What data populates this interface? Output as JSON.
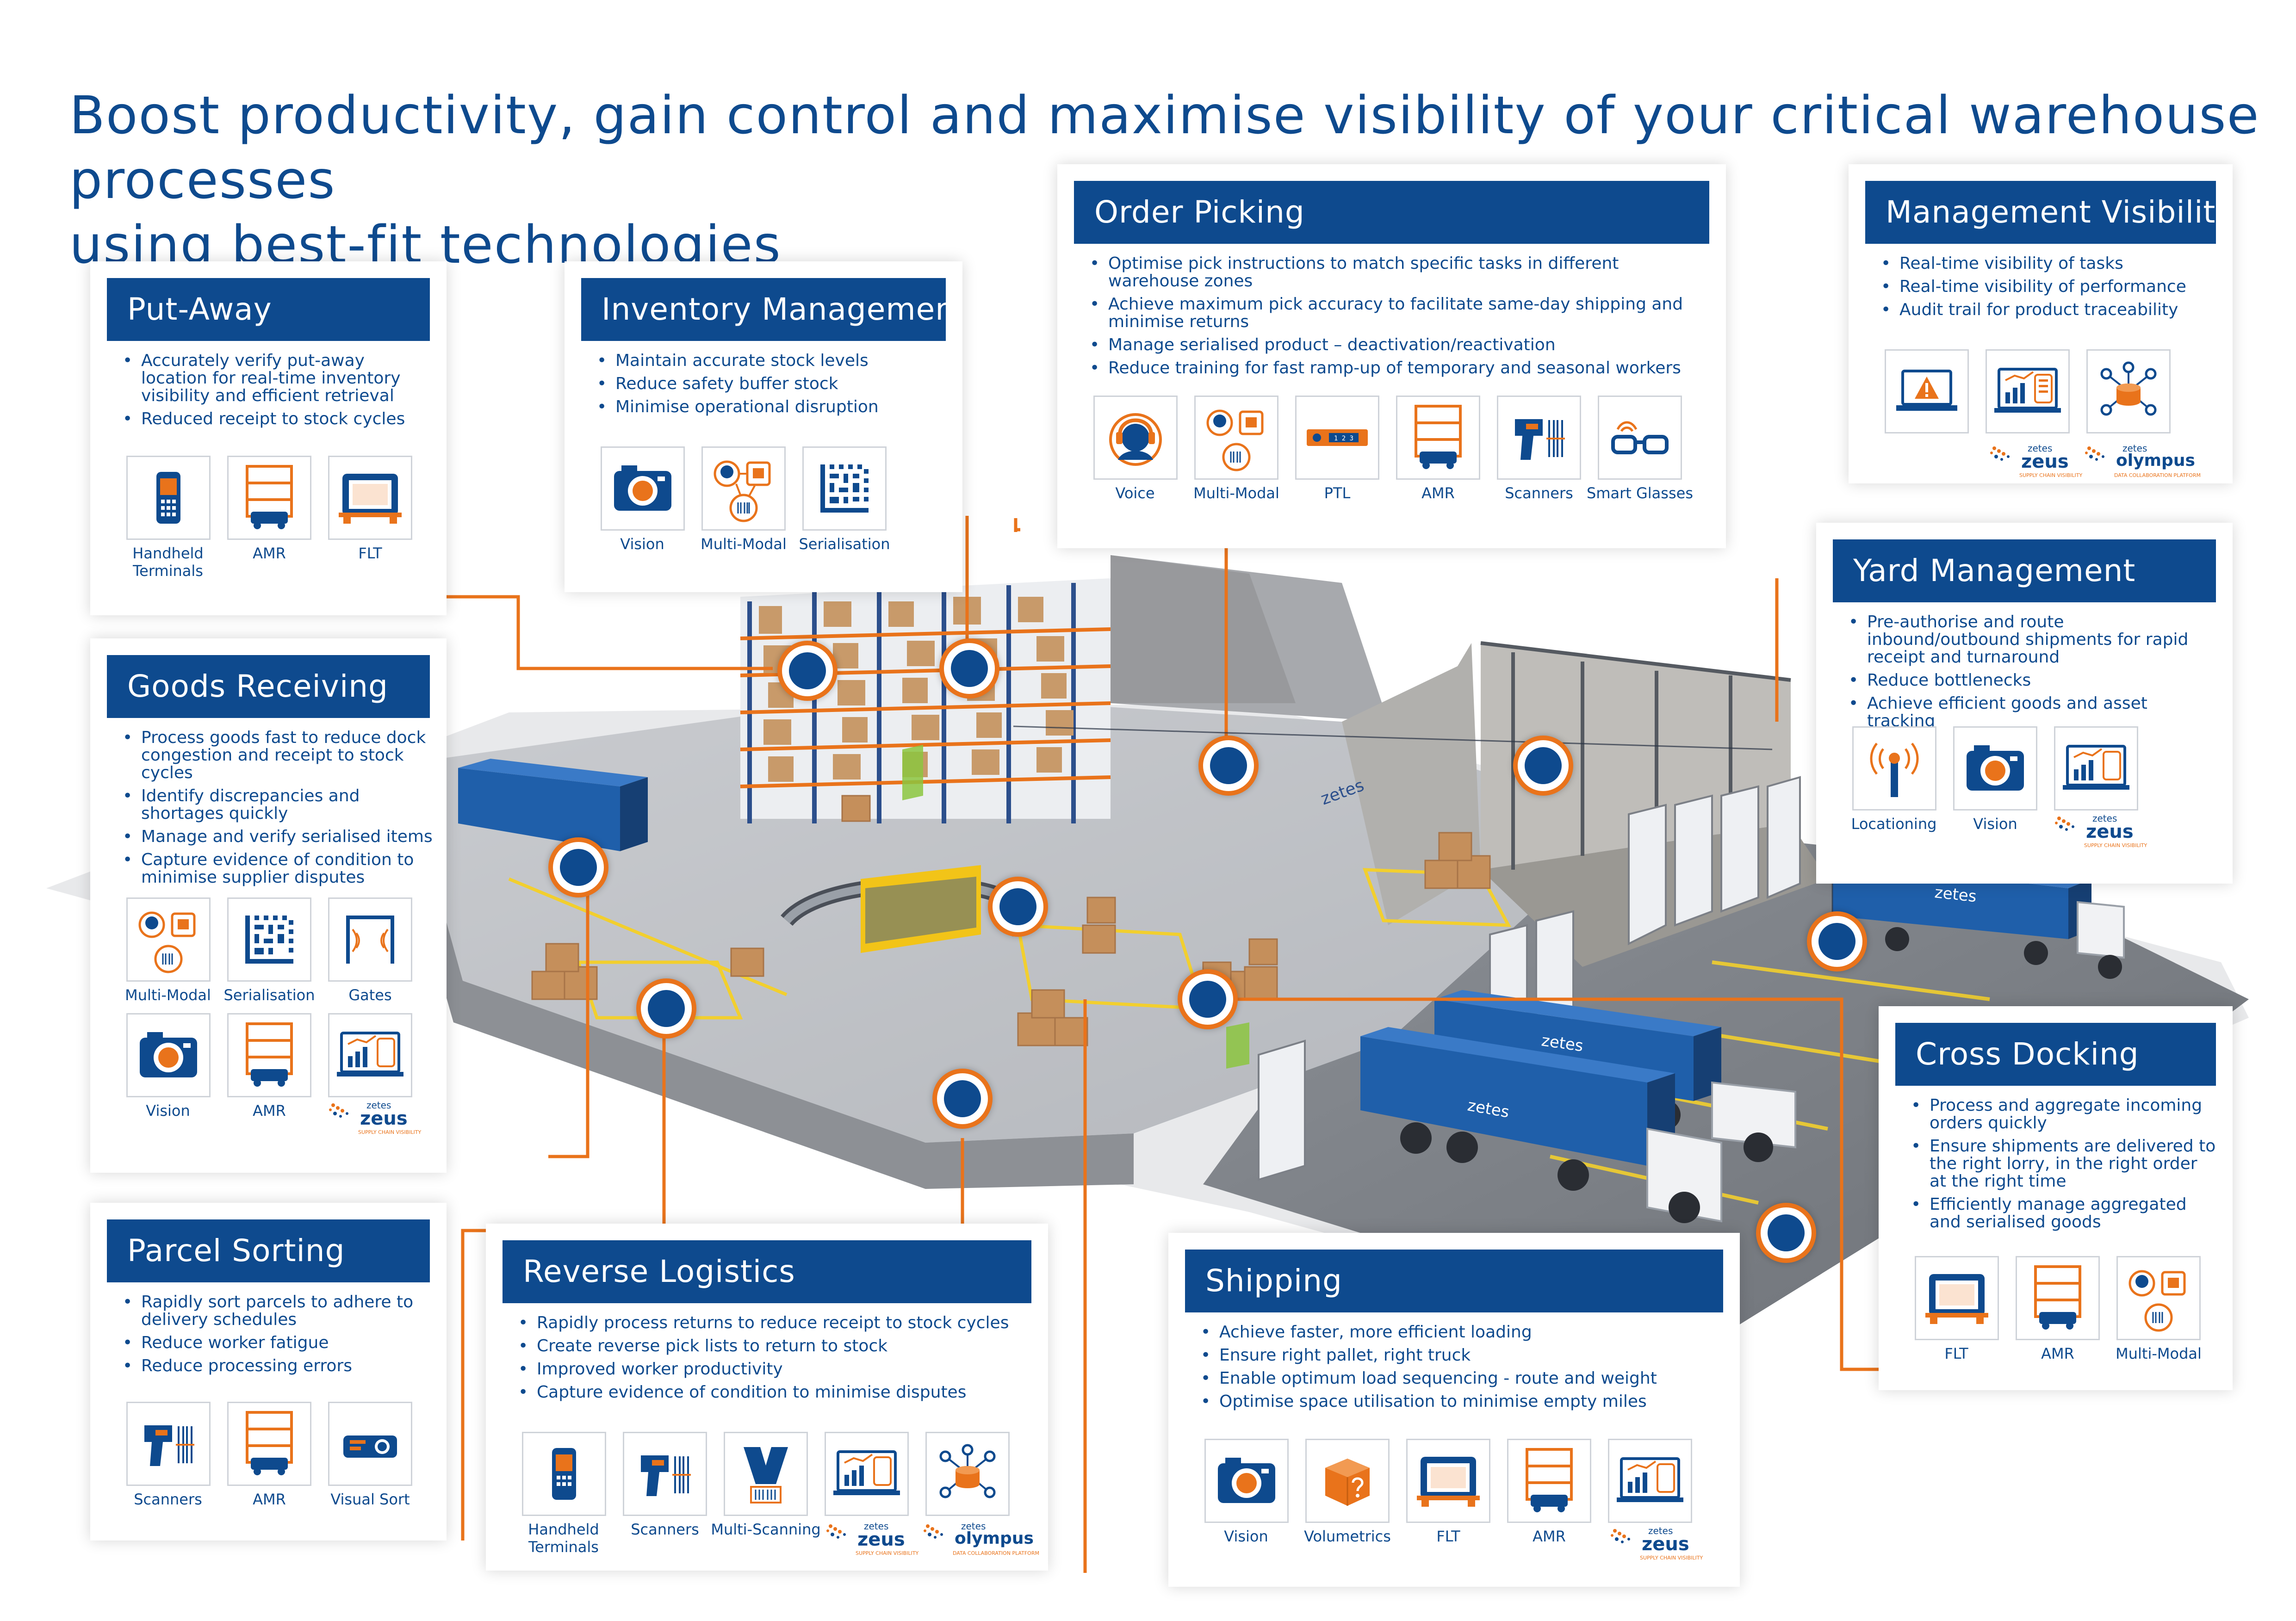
{
  "title": {
    "line1": "Boost productivity, gain control and maximise visibility of your critical warehouse processes",
    "line2": "using best-fit technologies"
  },
  "brand": {
    "name": "zetes",
    "orange": "#e9731b",
    "blue": "#0e4a8e"
  },
  "logos": {
    "zeus": {
      "top": "zetes",
      "word": "zeus",
      "sub": "SUPPLY CHAIN VISIBILITY"
    },
    "olympus": {
      "top": "zetes",
      "word": "olympus",
      "sub": "DATA COLLABORATION PLATFORM"
    }
  },
  "cards": {
    "put_away": {
      "title": "Put-Away",
      "bullets": [
        "Accurately verify put-away location for real-time inventory visibility and efficient retrieval",
        "Reduced receipt to stock cycles"
      ],
      "icons": [
        {
          "icon": "handheld-terminal-icon",
          "label": "Handheld Terminals"
        },
        {
          "icon": "amr-icon",
          "label": "AMR"
        },
        {
          "icon": "flt-icon",
          "label": "FLT"
        }
      ]
    },
    "inventory": {
      "title": "Inventory Management",
      "bullets": [
        "Maintain accurate stock levels",
        "Reduce safety buffer stock",
        "Minimise operational disruption"
      ],
      "icons": [
        {
          "icon": "camera-icon",
          "label": "Vision"
        },
        {
          "icon": "multi-modal-icon",
          "label": "Multi-Modal"
        },
        {
          "icon": "datamatrix-icon",
          "label": "Serialisation"
        }
      ]
    },
    "order_picking": {
      "title": "Order Picking",
      "bullets": [
        "Optimise pick instructions to match specific tasks in different warehouse zones",
        "Achieve maximum pick accuracy to facilitate same-day shipping and minimise returns",
        "Manage serialised product – deactivation/reactivation",
        "Reduce training for fast ramp-up of temporary and seasonal workers"
      ],
      "icons": [
        {
          "icon": "headset-icon",
          "label": "Voice"
        },
        {
          "icon": "multi-modal-icon",
          "label": "Multi-Modal"
        },
        {
          "icon": "ptl-icon",
          "label": "PTL",
          "display": "1 2 3"
        },
        {
          "icon": "amr-icon",
          "label": "AMR"
        },
        {
          "icon": "scanner-icon",
          "label": "Scanners"
        },
        {
          "icon": "smart-glasses-icon",
          "label": "Smart Glasses"
        }
      ]
    },
    "management": {
      "title": "Management Visibility",
      "bullets": [
        "Real-time visibility of tasks",
        "Real-time visibility of performance",
        "Audit trail for product  traceability"
      ],
      "icons": [
        {
          "icon": "laptop-alert-icon",
          "label": ""
        },
        {
          "icon": "dashboard-icon",
          "label": ""
        },
        {
          "icon": "network-database-icon",
          "label": ""
        }
      ]
    },
    "goods_receiving": {
      "title": "Goods Receiving",
      "bullets": [
        "Process goods fast to reduce dock congestion and receipt to stock cycles",
        "Identify discrepancies and shortages quickly",
        "Manage and verify serialised items",
        "Capture evidence of condition to minimise supplier disputes"
      ],
      "icons": [
        {
          "icon": "multi-modal-icon",
          "label": "Multi-Modal"
        },
        {
          "icon": "datamatrix-icon",
          "label": "Serialisation"
        },
        {
          "icon": "gate-icon",
          "label": "Gates"
        },
        {
          "icon": "camera-icon",
          "label": "Vision"
        },
        {
          "icon": "amr-icon",
          "label": "AMR"
        },
        {
          "icon": "dashboard-icon",
          "label": ""
        }
      ]
    },
    "yard": {
      "title": "Yard Management",
      "bullets": [
        "Pre-authorise and route inbound/outbound shipments for rapid receipt and turnaround",
        "Reduce bottlenecks",
        "Achieve efficient goods and asset tracking"
      ],
      "icons": [
        {
          "icon": "locationing-icon",
          "label": "Locationing"
        },
        {
          "icon": "camera-icon",
          "label": "Vision"
        },
        {
          "icon": "dashboard-icon",
          "label": ""
        }
      ]
    },
    "cross_docking": {
      "title": "Cross Docking",
      "bullets": [
        "Process and aggregate incoming orders quickly",
        "Ensure shipments are delivered to the right lorry, in the right order at the right time",
        "Efficiently manage aggregated and serialised goods"
      ],
      "icons": [
        {
          "icon": "flt-icon",
          "label": "FLT"
        },
        {
          "icon": "amr-icon",
          "label": "AMR"
        },
        {
          "icon": "multi-modal-icon",
          "label": "Multi-Modal"
        }
      ]
    },
    "parcel": {
      "title": "Parcel Sorting",
      "bullets": [
        "Rapidly sort parcels to adhere to delivery schedules",
        "Reduce worker fatigue",
        "Reduce processing errors"
      ],
      "icons": [
        {
          "icon": "scanner-icon",
          "label": "Scanners"
        },
        {
          "icon": "amr-icon",
          "label": "AMR"
        },
        {
          "icon": "projector-icon",
          "label": "Visual Sort"
        }
      ]
    },
    "reverse": {
      "title": "Reverse Logistics",
      "bullets": [
        "Rapidly process returns to reduce receipt to stock cycles",
        "Create reverse pick lists to return to stock",
        "Improved worker productivity",
        "Capture evidence of condition to minimise disputes"
      ],
      "icons": [
        {
          "icon": "handheld-terminal-icon",
          "label": "Handheld Terminals"
        },
        {
          "icon": "scanner-icon",
          "label": "Scanners"
        },
        {
          "icon": "multi-scanning-icon",
          "label": "Multi-Scanning"
        },
        {
          "icon": "dashboard-icon",
          "label": ""
        },
        {
          "icon": "network-database-icon",
          "label": ""
        }
      ]
    },
    "shipping": {
      "title": "Shipping",
      "bullets": [
        "Achieve faster, more efficient loading",
        "Ensure right pallet, right truck",
        "Enable optimum load sequencing - route and weight",
        "Optimise space utilisation to minimise empty miles"
      ],
      "icons": [
        {
          "icon": "camera-icon",
          "label": "Vision"
        },
        {
          "icon": "volumetrics-icon",
          "label": "Volumetrics"
        },
        {
          "icon": "flt-icon",
          "label": "FLT"
        },
        {
          "icon": "amr-icon",
          "label": "AMR"
        },
        {
          "icon": "dashboard-icon",
          "label": ""
        }
      ]
    }
  }
}
